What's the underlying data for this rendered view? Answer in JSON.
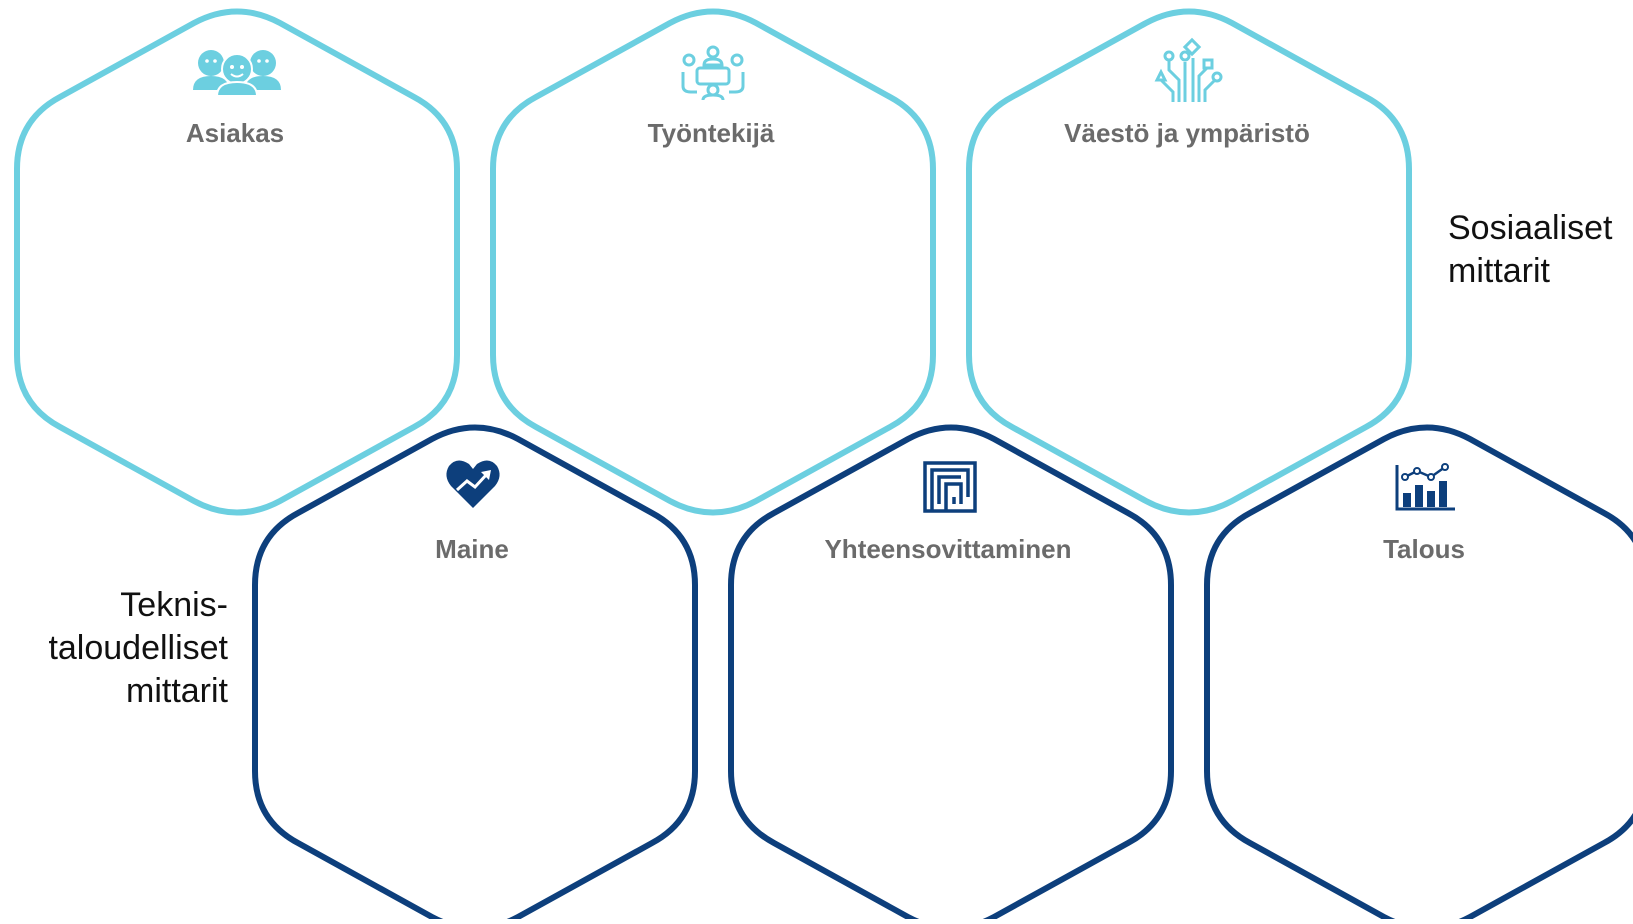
{
  "colors": {
    "social_stroke": "#6ccfe0",
    "tech_stroke": "#0d3f7c",
    "title_text": "#6b6b6b",
    "label_text": "#111111",
    "background": "#ffffff"
  },
  "hexagons": [
    {
      "title": "Asiakas",
      "group": "social",
      "icon": "customers-icon"
    },
    {
      "title": "Työntekijä",
      "group": "social",
      "icon": "meeting-team-icon"
    },
    {
      "title": "Väestö ja ympäristö",
      "group": "social",
      "icon": "circuit-network-icon"
    },
    {
      "title": "Maine",
      "group": "tech",
      "icon": "heart-trend-icon"
    },
    {
      "title": "Yhteensovittaminen",
      "group": "tech",
      "icon": "maze-icon"
    },
    {
      "title": "Talous",
      "group": "tech",
      "icon": "bar-chart-trend-icon"
    }
  ],
  "labels": {
    "social": [
      "Sosiaaliset",
      "mittarit"
    ],
    "tech": [
      "Teknis-",
      "taloudelliset",
      "mittarit"
    ]
  }
}
